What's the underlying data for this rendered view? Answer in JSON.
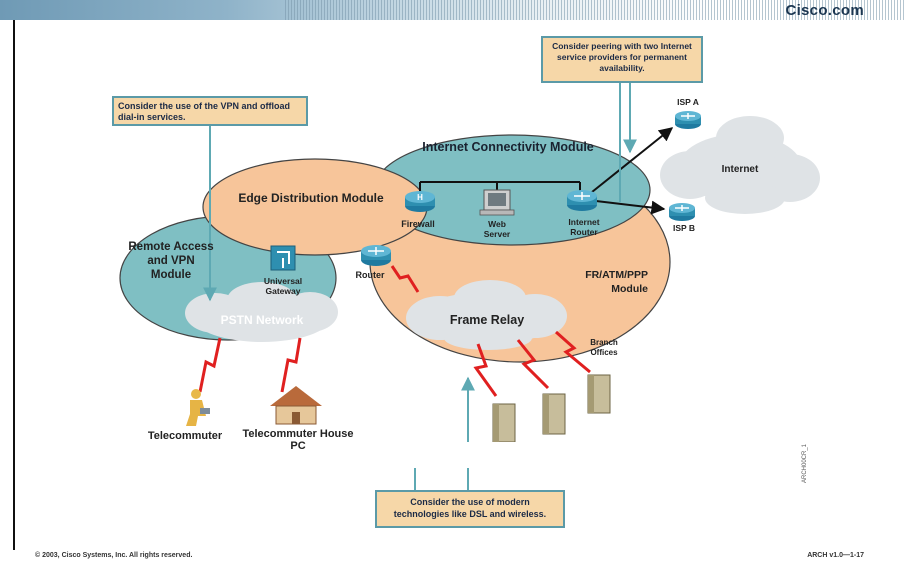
{
  "header": {
    "brand": "Cisco.com"
  },
  "callouts": {
    "peering": "Consider peering with two Internet service providers for permanent availability.",
    "vpn": "Consider the use of the VPN and offload dial-in services.",
    "modern": "Consider the use of modern technologies like DSL and wireless."
  },
  "modules": {
    "internet_connectivity": "Internet Connectivity Module",
    "edge_distribution": "Edge Distribution Module",
    "remote_access": "Remote Access and VPN Module",
    "fr_atm_ppp": "FR/ATM/PPP Module"
  },
  "clouds": {
    "internet": "Internet",
    "pstn": "PSTN Network",
    "frame_relay": "Frame Relay"
  },
  "devices": {
    "isp_a": "ISP A",
    "isp_b": "ISP B",
    "firewall": "Firewall",
    "web_server": "Web Server",
    "internet_router": "Internet Router",
    "router": "Router",
    "universal_gateway": "Universal Gateway",
    "branch_offices": "Branch Offices",
    "telecommuter": "Telecommuter",
    "telecommuter_house_pc": "Telecommuter House PC"
  },
  "footer": {
    "copyright": "© 2003, Cisco Systems, Inc. All rights reserved.",
    "course": "ARCH v1.0—1-17",
    "watermark": "ARCH00CR_1"
  },
  "colors": {
    "module_orange": "#f7c59a",
    "module_teal": "#7fbfc3",
    "device_teal": "#2e8fb0",
    "cloud_grey": "#dfe3e6",
    "callout_fill": "#f6d7a8",
    "link_red": "#e02020"
  }
}
